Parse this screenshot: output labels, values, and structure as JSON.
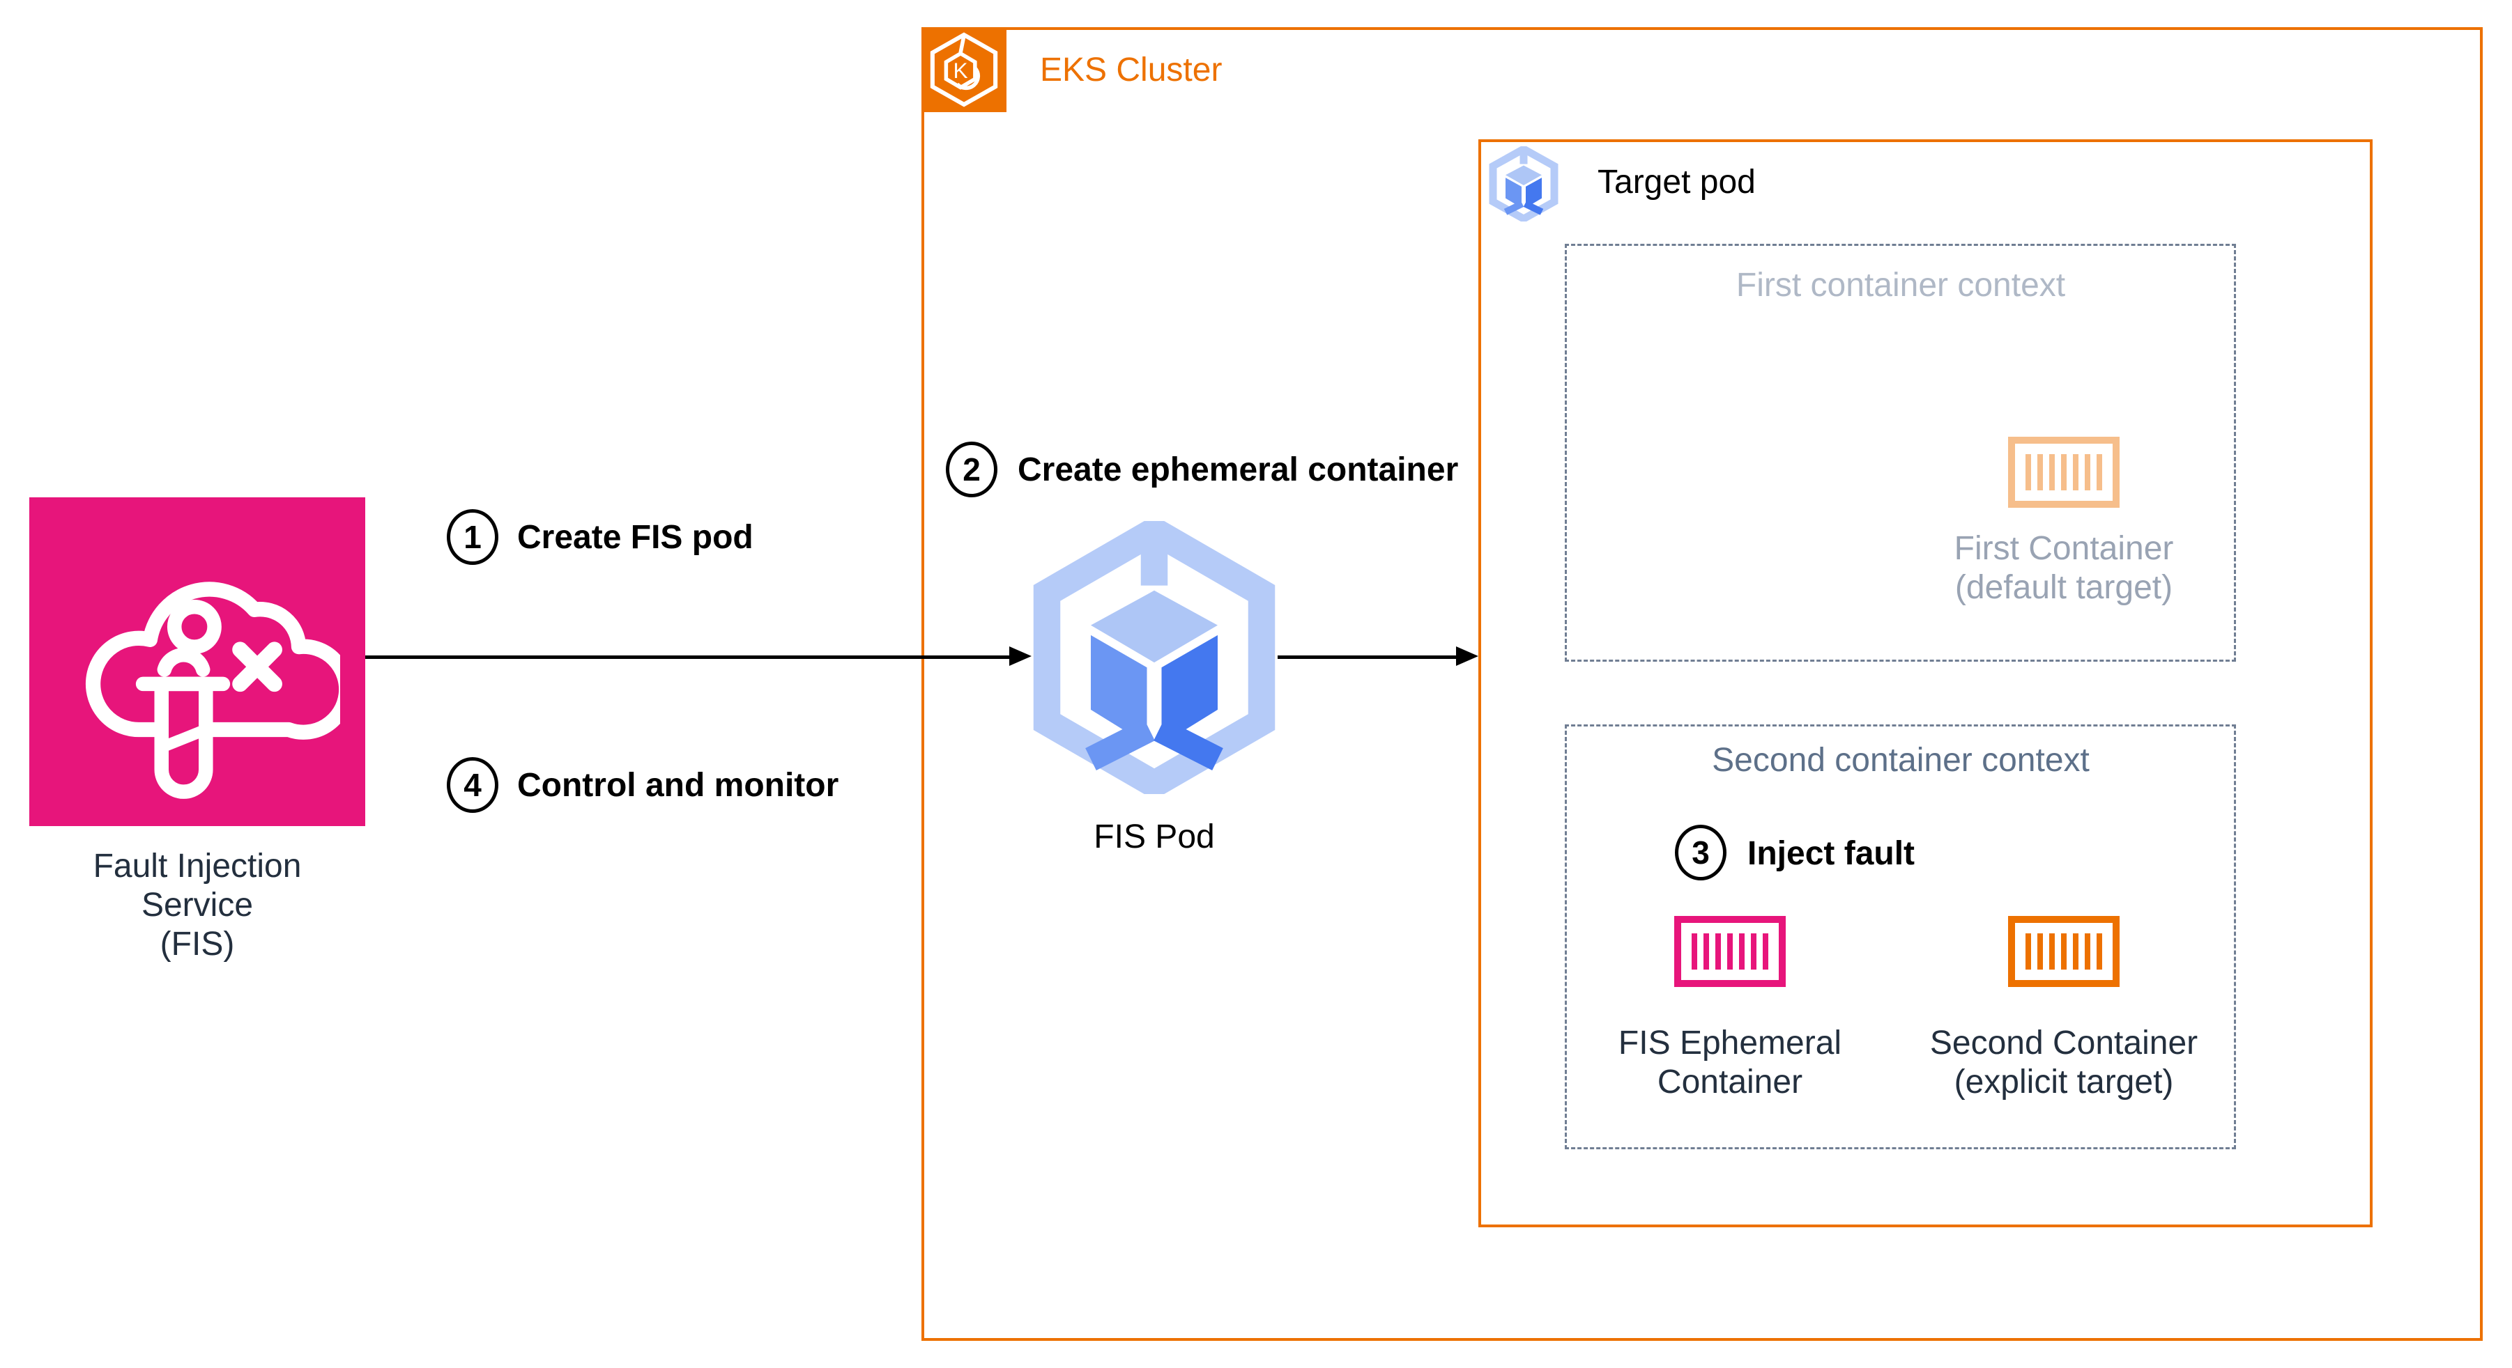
{
  "colors": {
    "pink": "#E7157B",
    "orange": "#ED7100",
    "dashed": "#707E93",
    "dark_text": "#232F3E",
    "steel": "#5D7089",
    "light_title": "#AFB8C6",
    "faded_text": "#99A3B3",
    "pod_ring": "#B5CBF8",
    "pod_top_face": "#AEC6F6",
    "pod_left_face": "#6B96F3",
    "pod_right_face": "#4478EF",
    "arrow": "#000000"
  },
  "fis_service": {
    "label_line1": "Fault Injection",
    "label_line2": "Service",
    "label_line3": "(FIS)"
  },
  "eks_cluster": {
    "title": "EKS Cluster"
  },
  "fis_pod": {
    "label": "FIS Pod"
  },
  "target_pod": {
    "title": "Target pod"
  },
  "first_context": {
    "title": "First container context",
    "container_line1": "First Container",
    "container_line2": "(default target)"
  },
  "second_context": {
    "title": "Second container context",
    "fis_container_line1": "FIS Ephemeral",
    "fis_container_line2": "Container",
    "second_container_line1": "Second Container",
    "second_container_line2": "(explicit target)"
  },
  "steps": [
    {
      "num": "1",
      "label": "Create FIS pod"
    },
    {
      "num": "2",
      "label": "Create ephemeral container"
    },
    {
      "num": "3",
      "label": "Inject fault"
    },
    {
      "num": "4",
      "label": "Control and monitor"
    }
  ]
}
